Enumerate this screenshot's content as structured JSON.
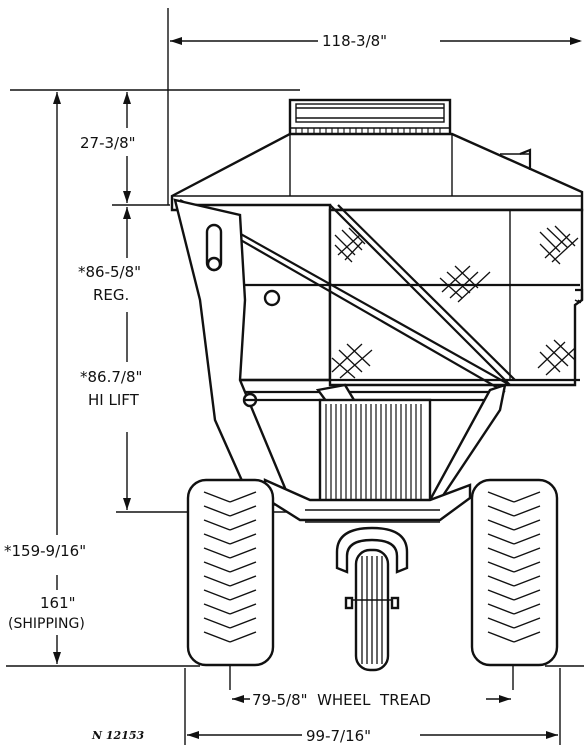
{
  "drawing": {
    "dimensions": {
      "overall_width": "118-3/8\"",
      "hood_height": "27-3/8\"",
      "basket_reg_height": "*86-5/8\"",
      "basket_reg_label": "REG.",
      "basket_hilift_height": "*86.7/8\"",
      "basket_hilift_label": "HI LIFT",
      "total_height": "*159-9/16\"",
      "shipping_height": "161\"",
      "shipping_label": "(SHIPPING)",
      "wheel_tread": "79-5/8\"  WHEEL  TREAD",
      "overall_tire_width": "99-7/16\""
    },
    "figure_code": "N 12153"
  }
}
